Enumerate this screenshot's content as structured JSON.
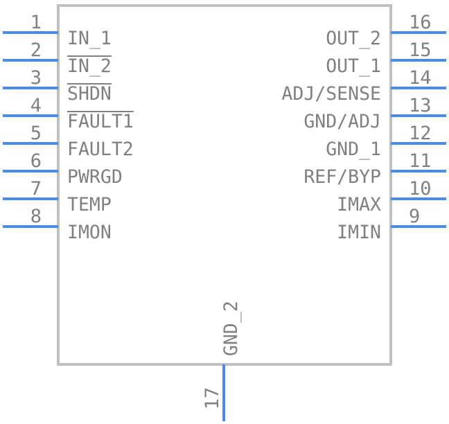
{
  "component": {
    "left_pins": [
      {
        "num": "1",
        "name": "IN_1",
        "overbar": false
      },
      {
        "num": "2",
        "name": "IN_2",
        "overbar": true
      },
      {
        "num": "3",
        "name": "SHDN",
        "overbar": true
      },
      {
        "num": "4",
        "name": "FAULT1",
        "overbar": true
      },
      {
        "num": "5",
        "name": "FAULT2",
        "overbar": false
      },
      {
        "num": "6",
        "name": "PWRGD",
        "overbar": false
      },
      {
        "num": "7",
        "name": "TEMP",
        "overbar": false
      },
      {
        "num": "8",
        "name": "IMON",
        "overbar": false
      }
    ],
    "right_pins": [
      {
        "num": "16",
        "name": "OUT_2"
      },
      {
        "num": "15",
        "name": "OUT_1"
      },
      {
        "num": "14",
        "name": "ADJ/SENSE"
      },
      {
        "num": "13",
        "name": "GND/ADJ"
      },
      {
        "num": "12",
        "name": "GND_1"
      },
      {
        "num": "11",
        "name": "REF/BYP"
      },
      {
        "num": "10",
        "name": "IMAX"
      },
      {
        "num": "9",
        "name": "IMIN"
      }
    ],
    "bottom_pin": {
      "num": "17",
      "name": "GND_2"
    }
  },
  "colors": {
    "pin_line": "#4a8ae8",
    "body_outline": "#c0c0c0",
    "text": "#808080"
  }
}
